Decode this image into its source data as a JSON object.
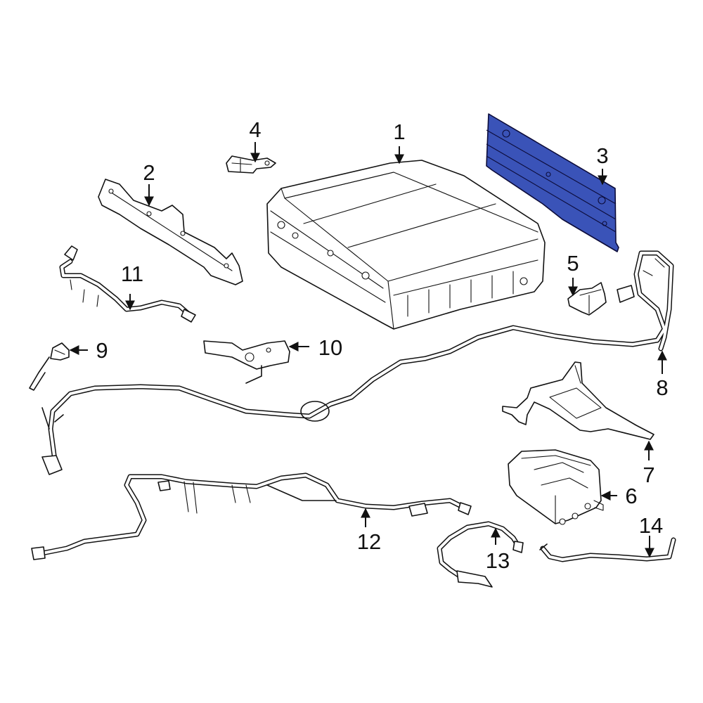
{
  "callouts": [
    {
      "id": "1",
      "label": "1"
    },
    {
      "id": "2",
      "label": "2"
    },
    {
      "id": "3",
      "label": "3"
    },
    {
      "id": "4",
      "label": "4"
    },
    {
      "id": "5",
      "label": "5"
    },
    {
      "id": "6",
      "label": "6"
    },
    {
      "id": "7",
      "label": "7"
    },
    {
      "id": "8",
      "label": "8"
    },
    {
      "id": "9",
      "label": "9"
    },
    {
      "id": "10",
      "label": "10"
    },
    {
      "id": "11",
      "label": "11"
    },
    {
      "id": "12",
      "label": "12"
    },
    {
      "id": "13",
      "label": "13"
    },
    {
      "id": "14",
      "label": "14"
    }
  ],
  "highlighted_part": "3",
  "colors": {
    "highlight": "#3a53b8",
    "line": "#111111",
    "background": "#ffffff"
  }
}
